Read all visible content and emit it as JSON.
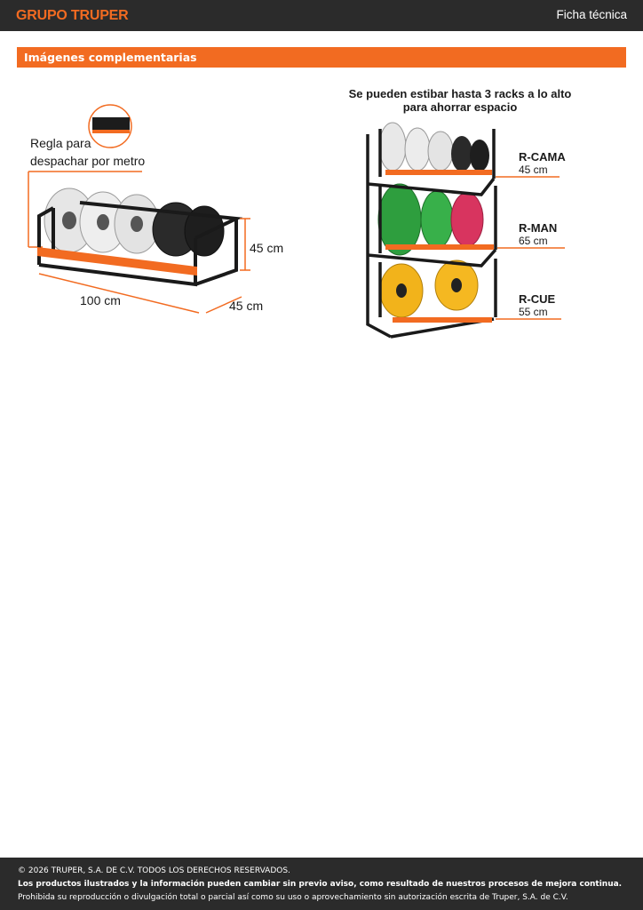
{
  "header": {
    "brand": "GRUPO TRUPER",
    "doc_type": "Ficha técnica"
  },
  "section": {
    "title": "Imágenes complementarias"
  },
  "left_figure": {
    "callout_line1": "Regla para",
    "callout_line2": "despachar por metro",
    "height_label": "45 cm",
    "length_label": "100 cm",
    "depth_label": "45 cm"
  },
  "right_figure": {
    "title_line1": "Se pueden estibar hasta 3 racks a lo alto",
    "title_line2": "para ahorrar espacio",
    "levels": [
      {
        "name": "R-CAMA",
        "size": "45 cm"
      },
      {
        "name": "R-MAN",
        "size": "65 cm"
      },
      {
        "name": "R-CUE",
        "size": "55 cm"
      }
    ]
  },
  "colors": {
    "accent": "#f26b21",
    "dark": "#2b2b2b",
    "green": "#2e9e3e",
    "pink": "#d8345f",
    "yellow": "#f2b31b"
  },
  "footer": {
    "copyright": "© 2026 TRUPER, S.A. DE C.V. TODOS LOS DERECHOS RESERVADOS.",
    "notice": "Los productos ilustrados y la información pueden cambiar sin previo aviso, como resultado de nuestros procesos de mejora continua.",
    "prohibition": "Prohibida su reproducción o divulgación total o parcial así como su uso o aprovechamiento sin autorización escrita de Truper, S.A. de C.V."
  }
}
